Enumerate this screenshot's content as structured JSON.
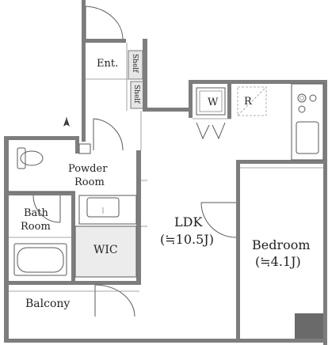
{
  "rooms": {
    "entrance": "Ent.",
    "shelf_1": "Shelf",
    "shelf_2": "Shelf",
    "washer": "W",
    "fridge": "R",
    "powder_room_line1": "Powder",
    "powder_room_line2": "Room",
    "bath_line1": "Bath",
    "bath_line2": "Room",
    "wic": "WIC",
    "ldk": "LDK",
    "ldk_area": "(≒10.5J)",
    "bedroom": "Bedroom",
    "bedroom_area": "(≒4.1J)",
    "balcony": "Balcony"
  },
  "icons": {
    "north": "north-arrow-icon"
  },
  "colors": {
    "wall": "#7d7d7d",
    "wic_fill": "#ececec",
    "shelf_fill": "#e6e6e6",
    "line": "#5a5a5a"
  }
}
